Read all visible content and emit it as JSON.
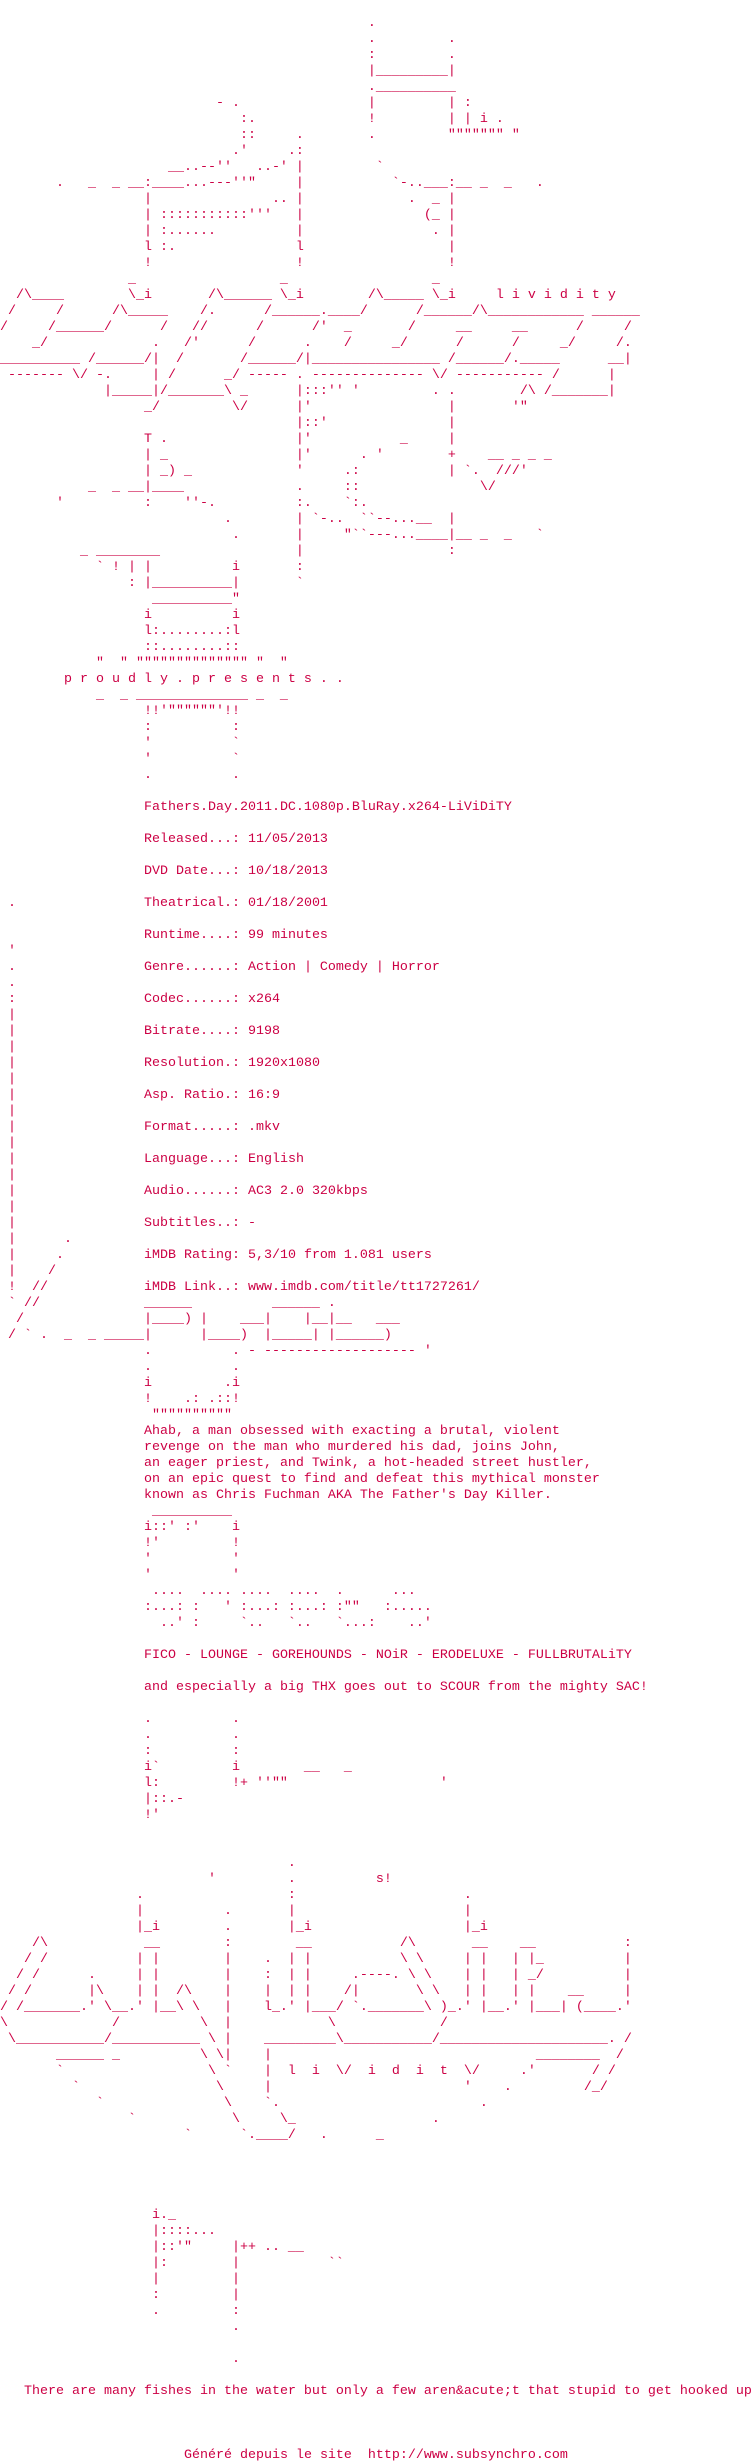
{
  "colors": {
    "text": "#cc0044",
    "background": "#ffffff"
  },
  "release_name": "Fathers.Day.2011.DC.1080p.BluRay.x264-LiViDiTY",
  "info": [
    {
      "label": "Released...:",
      "value": "11/05/2013"
    },
    {
      "label": "DVD Date...:",
      "value": "10/18/2013"
    },
    {
      "label": "Theatrical.:",
      "value": "01/18/2001"
    },
    {
      "label": "Runtime....:",
      "value": "99 minutes"
    },
    {
      "label": "Genre......:",
      "value": "Action | Comedy | Horror"
    },
    {
      "label": "Codec......:",
      "value": "x264"
    },
    {
      "label": "Bitrate....:",
      "value": "9198"
    },
    {
      "label": "Resolution.:",
      "value": "1920x1080"
    },
    {
      "label": "Asp. Ratio.:",
      "value": "16:9"
    },
    {
      "label": "Format.....:",
      "value": ".mkv"
    },
    {
      "label": "Language...:",
      "value": "English"
    },
    {
      "label": "Audio......:",
      "value": "AC3 2.0 320kbps"
    },
    {
      "label": "Subtitles..:",
      "value": "-"
    },
    {
      "label": "iMDB Rating:",
      "value": "5,3/10 from 1.081 users"
    },
    {
      "label": "iMDB Link..:",
      "value": "www.imdb.com/title/tt1727261/"
    }
  ],
  "synopsis": [
    "Ahab, a man obsessed with exacting a brutal, violent",
    "revenge on the man who murdered his dad, joins John,",
    "an eager priest, and Twink, a hot-headed street hustler,",
    "on an epic quest to find and defeat this mythical monster",
    "known as Chris Fuchman AKA The Father's Day Killer."
  ],
  "greetings": "FICO - LOUNGE - GOREHOUNDS - NOiR - ERODELUXE - FULLBRUTALiTY",
  "thanks": "and especially a big THX goes out to SCOUR from the mighty SAC!",
  "tagline": "There are many fishes in the water but only a few aren&acute;t that stupid to get hooked up",
  "footer": "Généré depuis le site  http://www.subsynchro.com",
  "art_lines": [
    "",
    "                                              .",
    "                                              .         .",
    "                                              :         .",
    "                                              |_________|",
    "                                              .__________",
    "                           - .                |         | :",
    "                              :.              !         | | i .",
    "                              ::     .        .         \"\"\"\"\"\"\" \"",
    "                             .'     .:",
    "                     __..--''   ..-' |         `",
    "       .   _  _ __:____...---''\"     |           `-..___:__ _  _   .",
    "                  |               .. |             .  _ |",
    "                  | :::::::::::'''   |               (_ |",
    "                  | :......          |                . |",
    "                  l :.               l                  |",
    "                  !                  !                  !",
    "                _                  _                  _",
    "  /\\____        \\_i       /\\______ \\_i        /\\_____ \\_i     l i v i d i t y",
    " /     /      /\\_____    /.      /______.____/      /______/\\____________ ______",
    "/     /______/      /   //      /      /'  _       /     __     __      /     /",
    "    _/             .   /'      /      .    /     _/      /      /     _/     /.",
    "__________ /______/|  /       /______/|________________ /______/._____      __|",
    " ------- \\/ -.     | /      _/ ----- . -------------- \\/ ----------- /      |",
    "             |_____|/_______\\ _      |:::'' '         . .        /\\ /_______|",
    "                  _/         \\/      |'                 |       '\"",
    "                                     |::'               |",
    "                  T .                |'           _     |",
    "                  | _                |'      . '        +    __ _ _ _",
    "                  | _) _             '     .:           | `.  ///'",
    "           _  _ __|____              .     ::               \\/",
    "       '          :    ''-.          :.    `:.",
    "                            .        | `-..  ``--...__  |",
    "                             .       |     \"``---...____|__ _  _   `",
    "          _ ________                 |                  :",
    "            ` ! | |          i       :",
    "                : |__________|       `",
    "                   __________\"",
    "                  i          i",
    "                  l:........:l",
    "                  ::........::",
    "            \"  \" \"\"\"\"\"\"\"\"\"\"\"\"\"\" \"  \"",
    "        p r o u d l y . p r e s e n t s . .",
    "            _  _ ______________ _  _",
    "                  !!'\"\"\"\"\"\"'!!",
    "                  :          :",
    "                  '          `",
    "                  '          `",
    "                  .          .",
    "",
    "                  ",
    "",
    "                  ",
    "",
    "                  ",
    "",
    " .                ",
    "",
    "                  ",
    " '",
    " .                ",
    " .",
    " :                ",
    " |",
    " |                ",
    " |",
    " |                ",
    " |",
    " |                ",
    " |",
    " |                ",
    " |",
    " |                ",
    " |",
    " |                ",
    " |",
    " |                ",
    " |      .",
    " |     .          ",
    " |    /",
    " !  //            ",
    " ` //             ______          ______ .",
    "  /               |____) |    ___|    |__|__   ___",
    " / ` .  _  _ _____|      |____)  |_____| |______)",
    "                  .          . - ------------------- '",
    "                  .          .",
    "                  i         .i",
    "                  !    .: .::!",
    "                   \"\"\"\"\"\"\"\"\"\"",
    "                  ",
    "                  ",
    "                  ",
    "                  ",
    "                  ",
    "                   __________",
    "                  i::' :'    i",
    "                  !'         !",
    "                  '          '",
    "                  '          '",
    "                   ....  .... ....  ....  .      ...",
    "                  :...: :   ' :...: :...: :\"\"   :.....",
    "                    ..' :     `..   `..   `...:    ..'",
    "",
    "                  ",
    "",
    "                  ",
    "",
    "                  .          .",
    "                  .          .",
    "                  :          :",
    "                  i`         i        __   _",
    "                  l:         !+ ''\"\"                   '",
    "                  |::.-",
    "                  !'",
    "",
    "",
    "                                    .",
    "                          '         .          s!",
    "                 .                  :                     .",
    "                 |          .       |                     |",
    "                 |_i        .       |_i                   |_i",
    "    /\\            __        :        __           /\\       __    __           :",
    "   / /           | |        |    .  | |           \\ \\     | |   | |_          |",
    "  / /      .     | |        |    :  | |     .----. \\ \\    | |   | _/          |",
    " / /       |\\    | |  /\\    |    |  | |    /|       \\ \\   | |   | |    __     |",
    "/ /_______.' \\__.' |__\\ \\   |    l_.' |___/ `._______\\ )_.' |__.' |___| (____.'",
    "\\             /          \\  |            \\             /",
    " \\___________/___________ \\ |    _________\\___________/_____________________. /",
    "       ______ _          \\ \\|    |                                 ________  /",
    "       `                  \\ `    |  l  i  \\/  i  d  i  t  \\/     .'       / /",
    "         `                 \\     |                        '    .         /_/",
    "            `               \\    `.                         .",
    "                `            \\     \\_                 .",
    "                       `      `.____/   .      _",
    "",
    "",
    "",
    "",
    "                   i._",
    "                   |::::...",
    "                   |::'\"     |++ .. __",
    "                   |:        |           ``",
    "                   |         |",
    "                   :         |",
    "                   .         :",
    "                             .",
    "",
    "                             .",
    "",
    "   ",
    "",
    "",
    "",
    "                       "
  ]
}
